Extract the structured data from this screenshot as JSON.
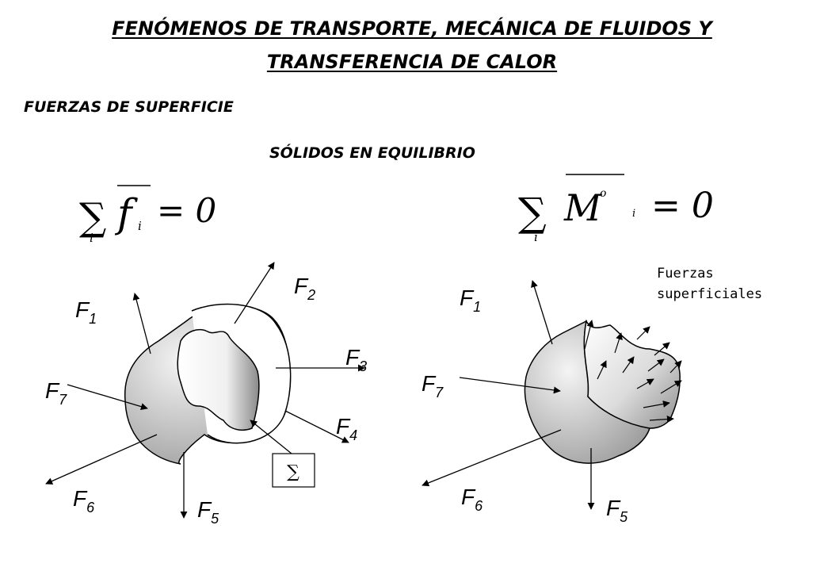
{
  "header": {
    "title_line1": "FENÓMENOS DE TRANSPORTE, MECÁNICA DE FLUIDOS Y",
    "title_line2": "TRANSFERENCIA DE CALOR"
  },
  "section": {
    "heading": "FUERZAS DE SUPERFICIE",
    "subheading": "SÓLIDOS EN EQUILIBRIO"
  },
  "equations": {
    "left": {
      "sum_symbol": "∑",
      "index": "i",
      "variable": "f",
      "equals": "= 0"
    },
    "right": {
      "sum_symbol": "∑",
      "index": "i",
      "variable": "M",
      "superscript": "o",
      "equals": "= 0"
    }
  },
  "left_diagram": {
    "force_labels": [
      {
        "letter": "F",
        "sub": "1"
      },
      {
        "letter": "F",
        "sub": "2"
      },
      {
        "letter": "F",
        "sub": "3"
      },
      {
        "letter": "F",
        "sub": "4"
      },
      {
        "letter": "F",
        "sub": "5"
      },
      {
        "letter": "F",
        "sub": "6"
      },
      {
        "letter": "F",
        "sub": "7"
      }
    ],
    "sigma_box": "∑"
  },
  "right_diagram": {
    "force_labels": [
      {
        "letter": "F",
        "sub": "1"
      },
      {
        "letter": "F",
        "sub": "5"
      },
      {
        "letter": "F",
        "sub": "6"
      },
      {
        "letter": "F",
        "sub": "7"
      }
    ],
    "annotation_line1": "Fuerzas",
    "annotation_line2": "superficiales"
  },
  "colors": {
    "ink": "#000000",
    "body_shade_light": "#f4f4f4",
    "body_shade_dark": "#9a9a9a"
  }
}
